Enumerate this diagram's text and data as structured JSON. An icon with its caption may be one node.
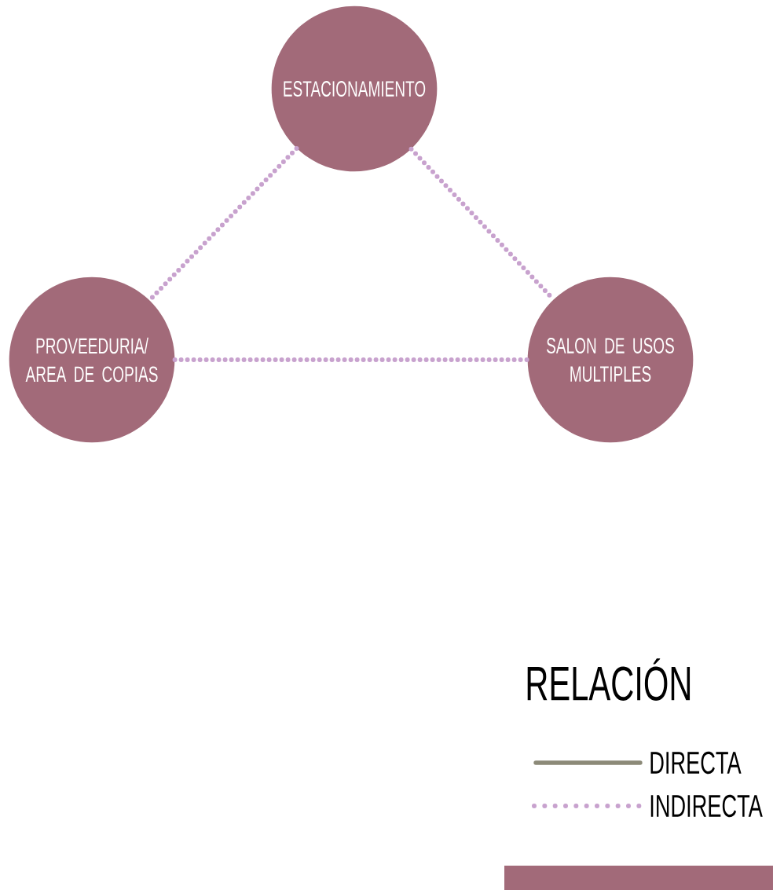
{
  "diagram": {
    "nodes": [
      {
        "text": [
          "ESTACIONAMIENTO"
        ]
      },
      {
        "text": [
          "PROVEEDURIA/ AREA DE COPIAS"
        ]
      },
      {
        "text": [
          "SALON DE USOS MULTIPLES"
        ]
      }
    ],
    "edges": [
      {
        "from": 0,
        "to": 1,
        "arrow": "none"
      },
      {
        "from": 0,
        "to": 2,
        "arrow": "none"
      },
      {
        "from": 1,
        "to": 2,
        "arrow": "none"
      }
    ],
    "labels": [
      "RELACIÓN"
    ],
    "legend": [
      {
        "text": "DIRECTA"
      },
      {
        "text": "INDIRECTA"
      }
    ]
  }
}
